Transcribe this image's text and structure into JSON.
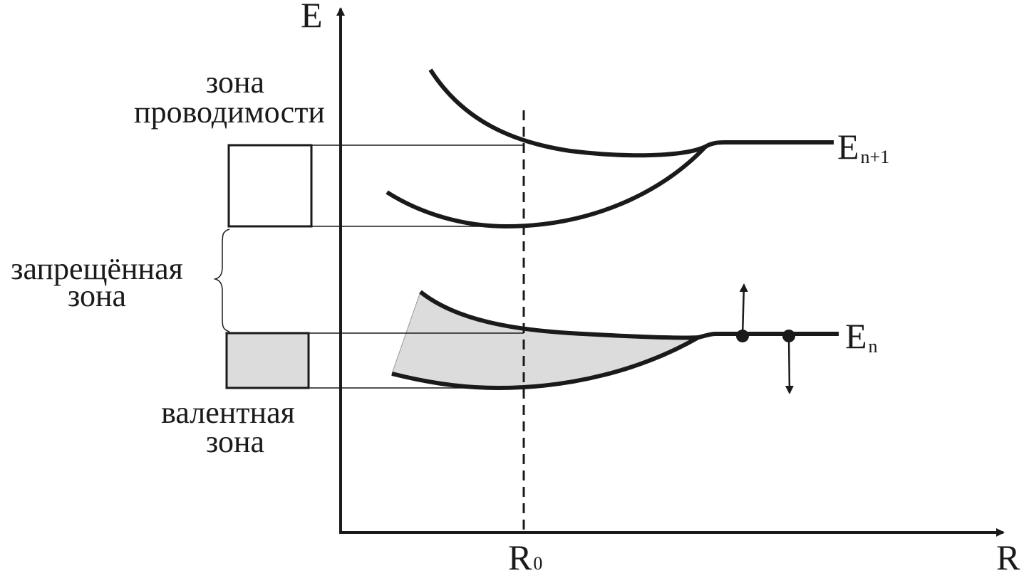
{
  "axes": {
    "y_label": "E",
    "x_label": "R",
    "x_marker_label": "R",
    "x_marker_subscript": "0"
  },
  "levels": {
    "upper": {
      "base": "E",
      "subscript": "n+1"
    },
    "lower": {
      "base": "E",
      "subscript": "n"
    }
  },
  "bands": {
    "conduction": {
      "line1": "зона",
      "line2": "проводимости"
    },
    "forbidden": {
      "line1": "запрещённая",
      "line2": "зона"
    },
    "valence": {
      "line1": "валентная",
      "line2": "зона"
    }
  },
  "colors": {
    "line": "#1a1a1a",
    "valence_fill": "#dcdcdc"
  }
}
